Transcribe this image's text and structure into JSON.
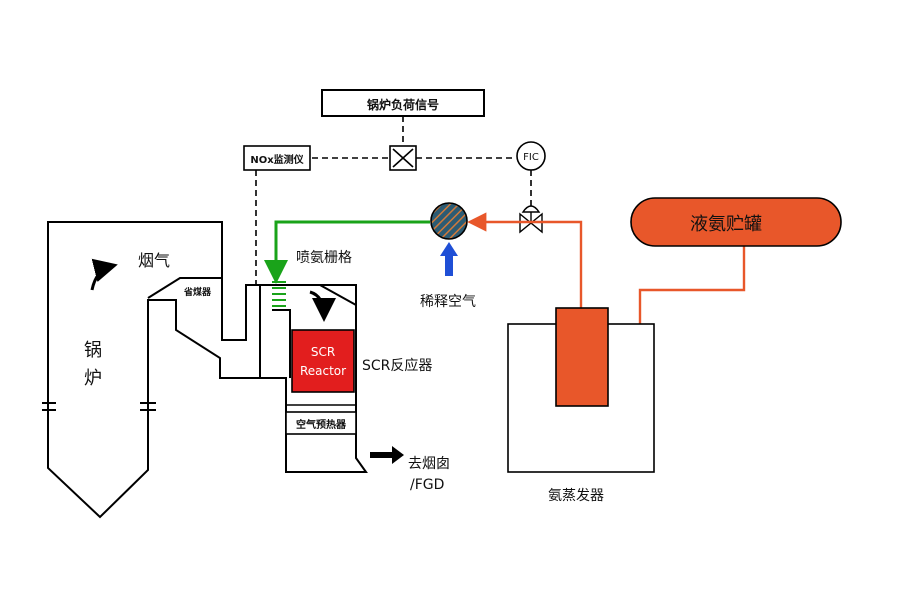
{
  "labels": {
    "boiler_load_signal": "锅炉负荷信号",
    "nox_monitor": "NOx监测仪",
    "fic": "FIC",
    "flue_gas": "烟气",
    "economizer": "省煤器",
    "boiler_char1": "锅",
    "boiler_char2": "炉",
    "ammonia_grid": "喷氨栅格",
    "dilution_air": "稀释空气",
    "liquid_ammonia_tank": "液氨贮罐",
    "scr_reactor_line1": "SCR",
    "scr_reactor_line2": "Reactor",
    "scr_reactor_cn": "SCR反应器",
    "air_preheater": "空气预热器",
    "to_chimney": "去烟囱",
    "fgd": "/FGD",
    "ammonia_evaporator": "氨蒸发器"
  },
  "colors": {
    "line": "#000000",
    "green": "#1aa31a",
    "orange": "#e8572a",
    "red": "#e21e1e",
    "blue": "#1f4fd6",
    "mixer_fill": "#2c5b73",
    "mixer_hatch": "#d27a3a"
  },
  "icons": {
    "valve": "globe-valve-icon",
    "damper": "damper-x-icon",
    "mixer": "hatched-mixer-icon"
  }
}
